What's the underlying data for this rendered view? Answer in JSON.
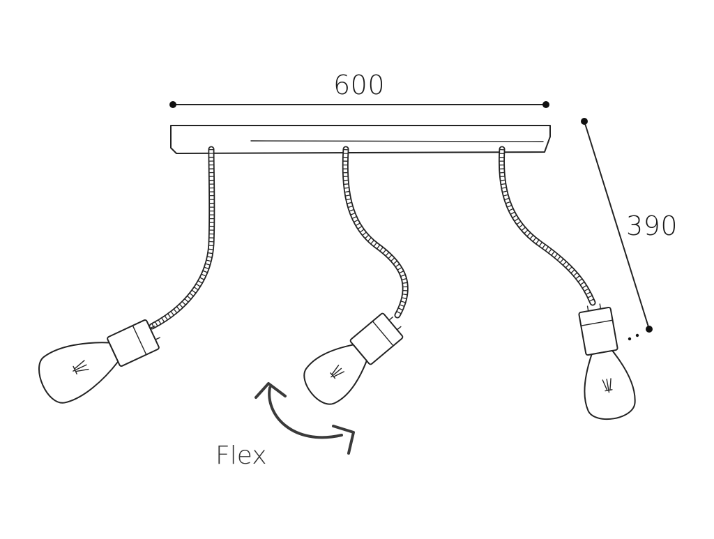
{
  "dimensions": {
    "width_label": "600",
    "height_label": "390"
  },
  "feature": {
    "flex_label": "Flex"
  },
  "colors": {
    "line": "#222222",
    "arrow": "#3a3a3a",
    "background": "#ffffff"
  },
  "parts": {
    "lamp_count": 3
  }
}
